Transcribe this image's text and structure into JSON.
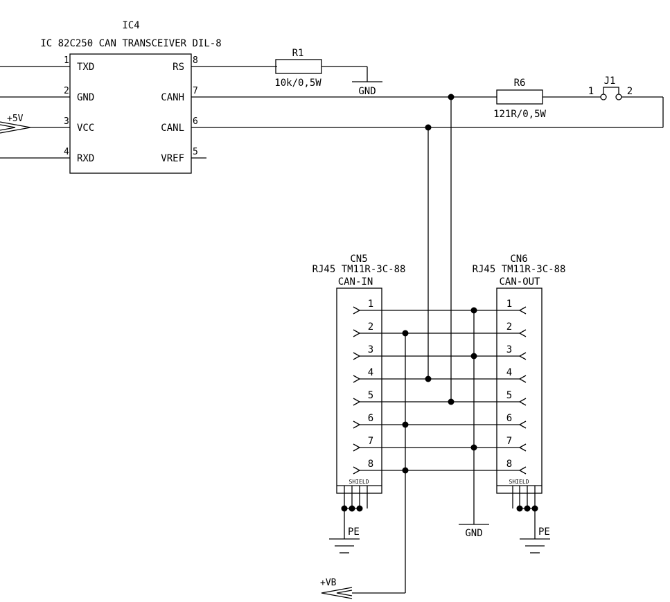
{
  "ic4": {
    "ref": "IC4",
    "description": "IC 82C250 CAN TRANSCEIVER DIL-8",
    "pins": [
      {
        "num": "1",
        "name": "TXD"
      },
      {
        "num": "2",
        "name": "GND"
      },
      {
        "num": "3",
        "name": "VCC"
      },
      {
        "num": "4",
        "name": "RXD"
      },
      {
        "num": "8",
        "name": "RS"
      },
      {
        "num": "7",
        "name": "CANH"
      },
      {
        "num": "6",
        "name": "CANL"
      },
      {
        "num": "5",
        "name": "VREF"
      }
    ]
  },
  "r1": {
    "ref": "R1",
    "value": "10k/0,5W"
  },
  "r6": {
    "ref": "R6",
    "value": "121R/0,5W"
  },
  "j1": {
    "ref": "J1",
    "pin1": "1",
    "pin2": "2"
  },
  "cn5": {
    "ref": "CN5",
    "part": "RJ45 TM11R-3C-88",
    "label": "CAN-IN",
    "shield": "SHIELD"
  },
  "cn6": {
    "ref": "CN6",
    "part": "RJ45 TM11R-3C-88",
    "label": "CAN-OUT",
    "shield": "SHIELD"
  },
  "connector_pins": [
    "1",
    "2",
    "3",
    "4",
    "5",
    "6",
    "7",
    "8"
  ],
  "nets": {
    "gnd_r1": "GND",
    "gnd_bus": "GND",
    "plus5v": "+5V",
    "plus_vb": "+VB",
    "pe_left": "PE",
    "pe_right": "PE"
  }
}
